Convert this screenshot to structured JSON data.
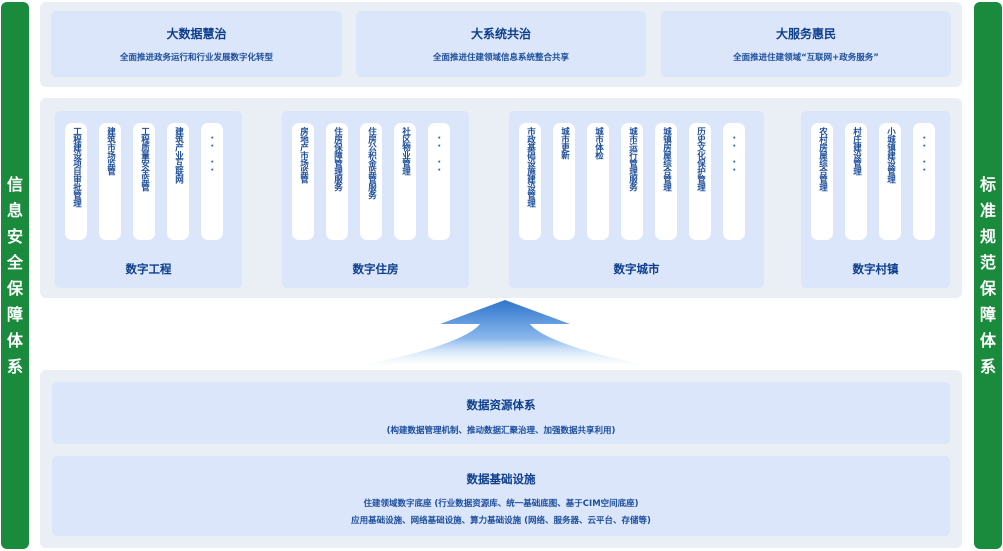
{
  "left_side": {
    "chars": [
      "信",
      "息",
      "安",
      "全",
      "保",
      "障",
      "体",
      "系"
    ]
  },
  "right_side": {
    "chars": [
      "标",
      "准",
      "规",
      "范",
      "保",
      "障",
      "体",
      "系"
    ]
  },
  "top": [
    {
      "title": "大数据慧治",
      "subtitle": "全面推进政务运行和行业发展数字化转型"
    },
    {
      "title": "大系统共治",
      "subtitle": "全面推进住建领域信息系统整合共享"
    },
    {
      "title": "大服务惠民",
      "subtitle": "全面推进住建领域“互联网+政务服务”"
    }
  ],
  "groups": [
    {
      "title": "数字工程",
      "items": [
        "工程建设项目审批管理",
        "建筑市场监管",
        "工程质量安全监管",
        "建筑产业互联网",
        "·  ·  ·  ·"
      ]
    },
    {
      "title": "数字住房",
      "items": [
        "房地产市场监管",
        "住房保障管理服务",
        "住房公积金监管服务",
        "社区物业管理",
        "·  ·  ·  ·"
      ]
    },
    {
      "title": "数字城市",
      "items": [
        "市政基础设施建设管理",
        "城市更新",
        "城市体检",
        "城市运行管理服务",
        "城镇房屋综合管理",
        "历史文化保护管理",
        "·  ·  ·  ·"
      ]
    },
    {
      "title": "数字村镇",
      "items": [
        "农村房屋综合管理",
        "村庄建设管理",
        "小城镇建设管理",
        "·  ·  ·  ·"
      ]
    }
  ],
  "bottom": {
    "resource": {
      "title": "数据资源体系",
      "subtitle": "(构建数据管理机制、推动数据汇聚治理、加强数据共享利用)"
    },
    "infra": {
      "title": "数据基础设施",
      "line1": "住建领域数字底座 (行业数据资源库、统一基础底图、基于CIM空间底座)",
      "line2": "应用基础设施、网络基础设施、算力基础设施 (网络、服务器、云平台、存储等)"
    }
  },
  "colors": {
    "side_green": "#1a8a3c",
    "panel_bg": "#eaeef5",
    "box_bg": "#dce6fb",
    "title_blue": "#0d3e8c",
    "arrow_blue": "#3d7fd1"
  }
}
